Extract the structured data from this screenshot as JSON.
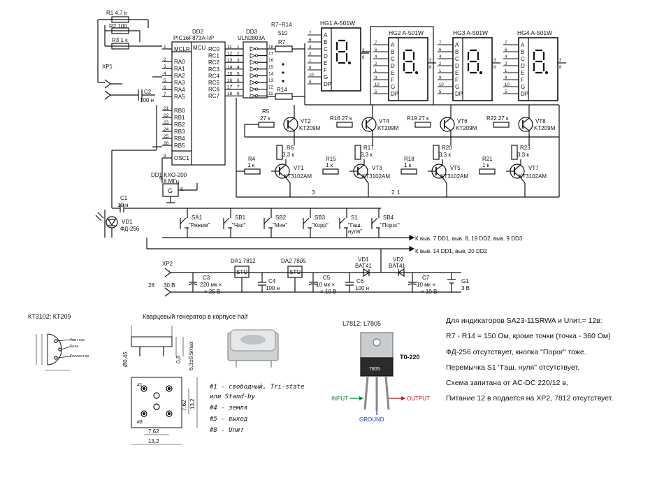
{
  "top_labels": {
    "r1": "R1 4,7 к",
    "r2": "R2 100",
    "r3": "R3 1 к",
    "xp1": "XP1",
    "c2": "C2",
    "c2_val": "100 н",
    "dd2": "DD2",
    "dd2_part": "PIC16F873A-I/P",
    "dd3": "DD3",
    "dd3_part": "ULN2803A",
    "r7r14": "R7−R14",
    "r7r14_val": "510",
    "r7": "R7",
    "r14": "R14",
    "hg1": "HG1 A-501W",
    "hg2": "HG2 A-501W",
    "hg3": "HG3 A-501W",
    "hg4": "HG4 A-501W",
    "dd1": "DD1 KXO-200",
    "dd1_freq": "8 МГц",
    "c1": "C1",
    "c1_val": "10 н",
    "vd1_photo": "VD1",
    "vd1_photo_part": "ФД-256"
  },
  "pic_pins_left": [
    "MCLR",
    "RA0",
    "RA1",
    "RA2",
    "RA3",
    "RA4",
    "RA5",
    "",
    "RB0",
    "RB1",
    "RB2",
    "RB3",
    "RB4",
    "RB5",
    "OSC1"
  ],
  "pic_pins_left_num": [
    "1",
    "2",
    "3",
    "4",
    "5",
    "6",
    "7",
    "",
    "21",
    "22",
    "23",
    "24",
    "25",
    "26",
    "9"
  ],
  "pic_mcu": "MCU",
  "pic_pins_right": [
    "RC0",
    "RC1",
    "RC2",
    "RC3",
    "RC4",
    "RC5",
    "RC6",
    "RC7"
  ],
  "pic_pins_right_num": [
    "11",
    "12",
    "13",
    "14",
    "15",
    "16",
    "17",
    "18"
  ],
  "uln_pins_left": [
    "1",
    "2",
    "3",
    "4",
    "5",
    "6",
    "7",
    "8"
  ],
  "uln_pins_right": [
    "18",
    "17",
    "16",
    "15",
    "14",
    "13",
    "12",
    "11"
  ],
  "seg_letters": [
    "A",
    "B",
    "C",
    "D",
    "E",
    "F",
    "G",
    "DP"
  ],
  "seg_pin_nums": [
    "7",
    "6",
    "4",
    "2",
    "1",
    "9",
    "10",
    "5"
  ],
  "transistors_top": [
    {
      "name": "VT2",
      "part": "KT209M"
    },
    {
      "name": "VT4",
      "part": "KT209M"
    },
    {
      "name": "VT6",
      "part": "KT209M"
    },
    {
      "name": "VT8",
      "part": "KT209M"
    }
  ],
  "transistors_bottom": [
    {
      "name": "VT1",
      "part": "KT3102AM"
    },
    {
      "name": "VT3",
      "part": "KT3102AM"
    },
    {
      "name": "VT5",
      "part": "KT3102AM"
    },
    {
      "name": "VT7",
      "part": "KT3102AM"
    }
  ],
  "resistors_mid": {
    "r5": "R5",
    "r5_val": "27 к",
    "r16": "R16 27 к",
    "r19": "R19 27 к",
    "r22": "R22 27 к",
    "r4": "R4",
    "r4_val": "1 к",
    "r15": "R15",
    "r15_val": "1 к",
    "r18": "R18",
    "r18_val": "1 к",
    "r21": "R21",
    "r21_val": "1 к",
    "r6": "R6",
    "r6_val": "3,3 к",
    "r17": "R17",
    "r17_val": "3,3 к",
    "r20": "R20",
    "r20_val": "3,3 к",
    "r23": "R23",
    "r23_val": "3,3 к"
  },
  "buttons": [
    {
      "name": "SA1",
      "label": "\"Режим\""
    },
    {
      "name": "SB1",
      "label": "\"Час\""
    },
    {
      "name": "SB2",
      "label": "\"Мин\""
    },
    {
      "name": "SB3",
      "label": "\"Корр\""
    },
    {
      "name": "S1",
      "label": "\"Гаш.",
      "label2": "нуля\""
    },
    {
      "name": "SB4",
      "label": "\"Порог\""
    }
  ],
  "bus_labels": {
    "vdd5": "К выв. 7 DD1, выв. 8, 19 DD2, выв. 9 DD3",
    "vdd12": "К выв. 14 DD1, выв. 20 DD2"
  },
  "power": {
    "xp2": "XP2",
    "pin28": "28",
    "v30": "30 В",
    "c3": "C3",
    "c3_val": "220 мк ×",
    "c3_val2": "× 25 В",
    "da1": "DA1 7812",
    "da2": "DA2 7805",
    "stu": "STU",
    "c4": "C4",
    "c4_val": "100 н",
    "c5": "C5",
    "c5_val": "10 мк ×",
    "c5_val2": "× 10 В",
    "c6": "C6",
    "c6_val": "100 н",
    "vd1": "VD1",
    "vd1_part": "BAT41",
    "vd2": "VD2",
    "vd2_part": "BAT41",
    "c7": "C7",
    "c7_val": "10 мк ×",
    "c7_val2": "× 10 В",
    "g1": "G1",
    "g1_val": "3 В"
  },
  "lower_left": {
    "title": "КТ3102; КТ209",
    "emitter": "Эмиттер",
    "base": "База",
    "collector": "Коллектор"
  },
  "crystal": {
    "title": "Кварцевый генератор в корпусе half",
    "dim_045": "Ø0,45",
    "dim_08": "0,8",
    "dim_63": "6,3±0,5max",
    "dim_762a": "7,62",
    "dim_132a": "13,2",
    "dim_762b": "7,62",
    "dim_132b": "13,2",
    "pin1_mark": "#1",
    "pin8_mark": "#8",
    "legend": [
      "#1 - свободный, Tri-state",
      "или Stand-by",
      "#4 - земля",
      "#5 - выход",
      "#8 - Uпит"
    ]
  },
  "regulator": {
    "title": "L7812; L7805",
    "package": "T0-220",
    "chip": "7805",
    "input": "INPUT",
    "output": "OUTPUT",
    "ground": "GROUND"
  },
  "notes": [
    "Для индикаторов SA23-11SRWA и Uпит.= 12в:",
    "R7 - R14 = 150 Ом, кроме точки (точка - 360 Ом)",
    "ФД-256 отсутствует, кнопка \"Порог\" тоже.",
    "Перемычка S1 \"Гаш. нуля\" отсутствует.",
    "Схема запитана от AC-DC 220/12 в,",
    "Питание 12 в подается на XP2, 7812 отсутствует."
  ]
}
